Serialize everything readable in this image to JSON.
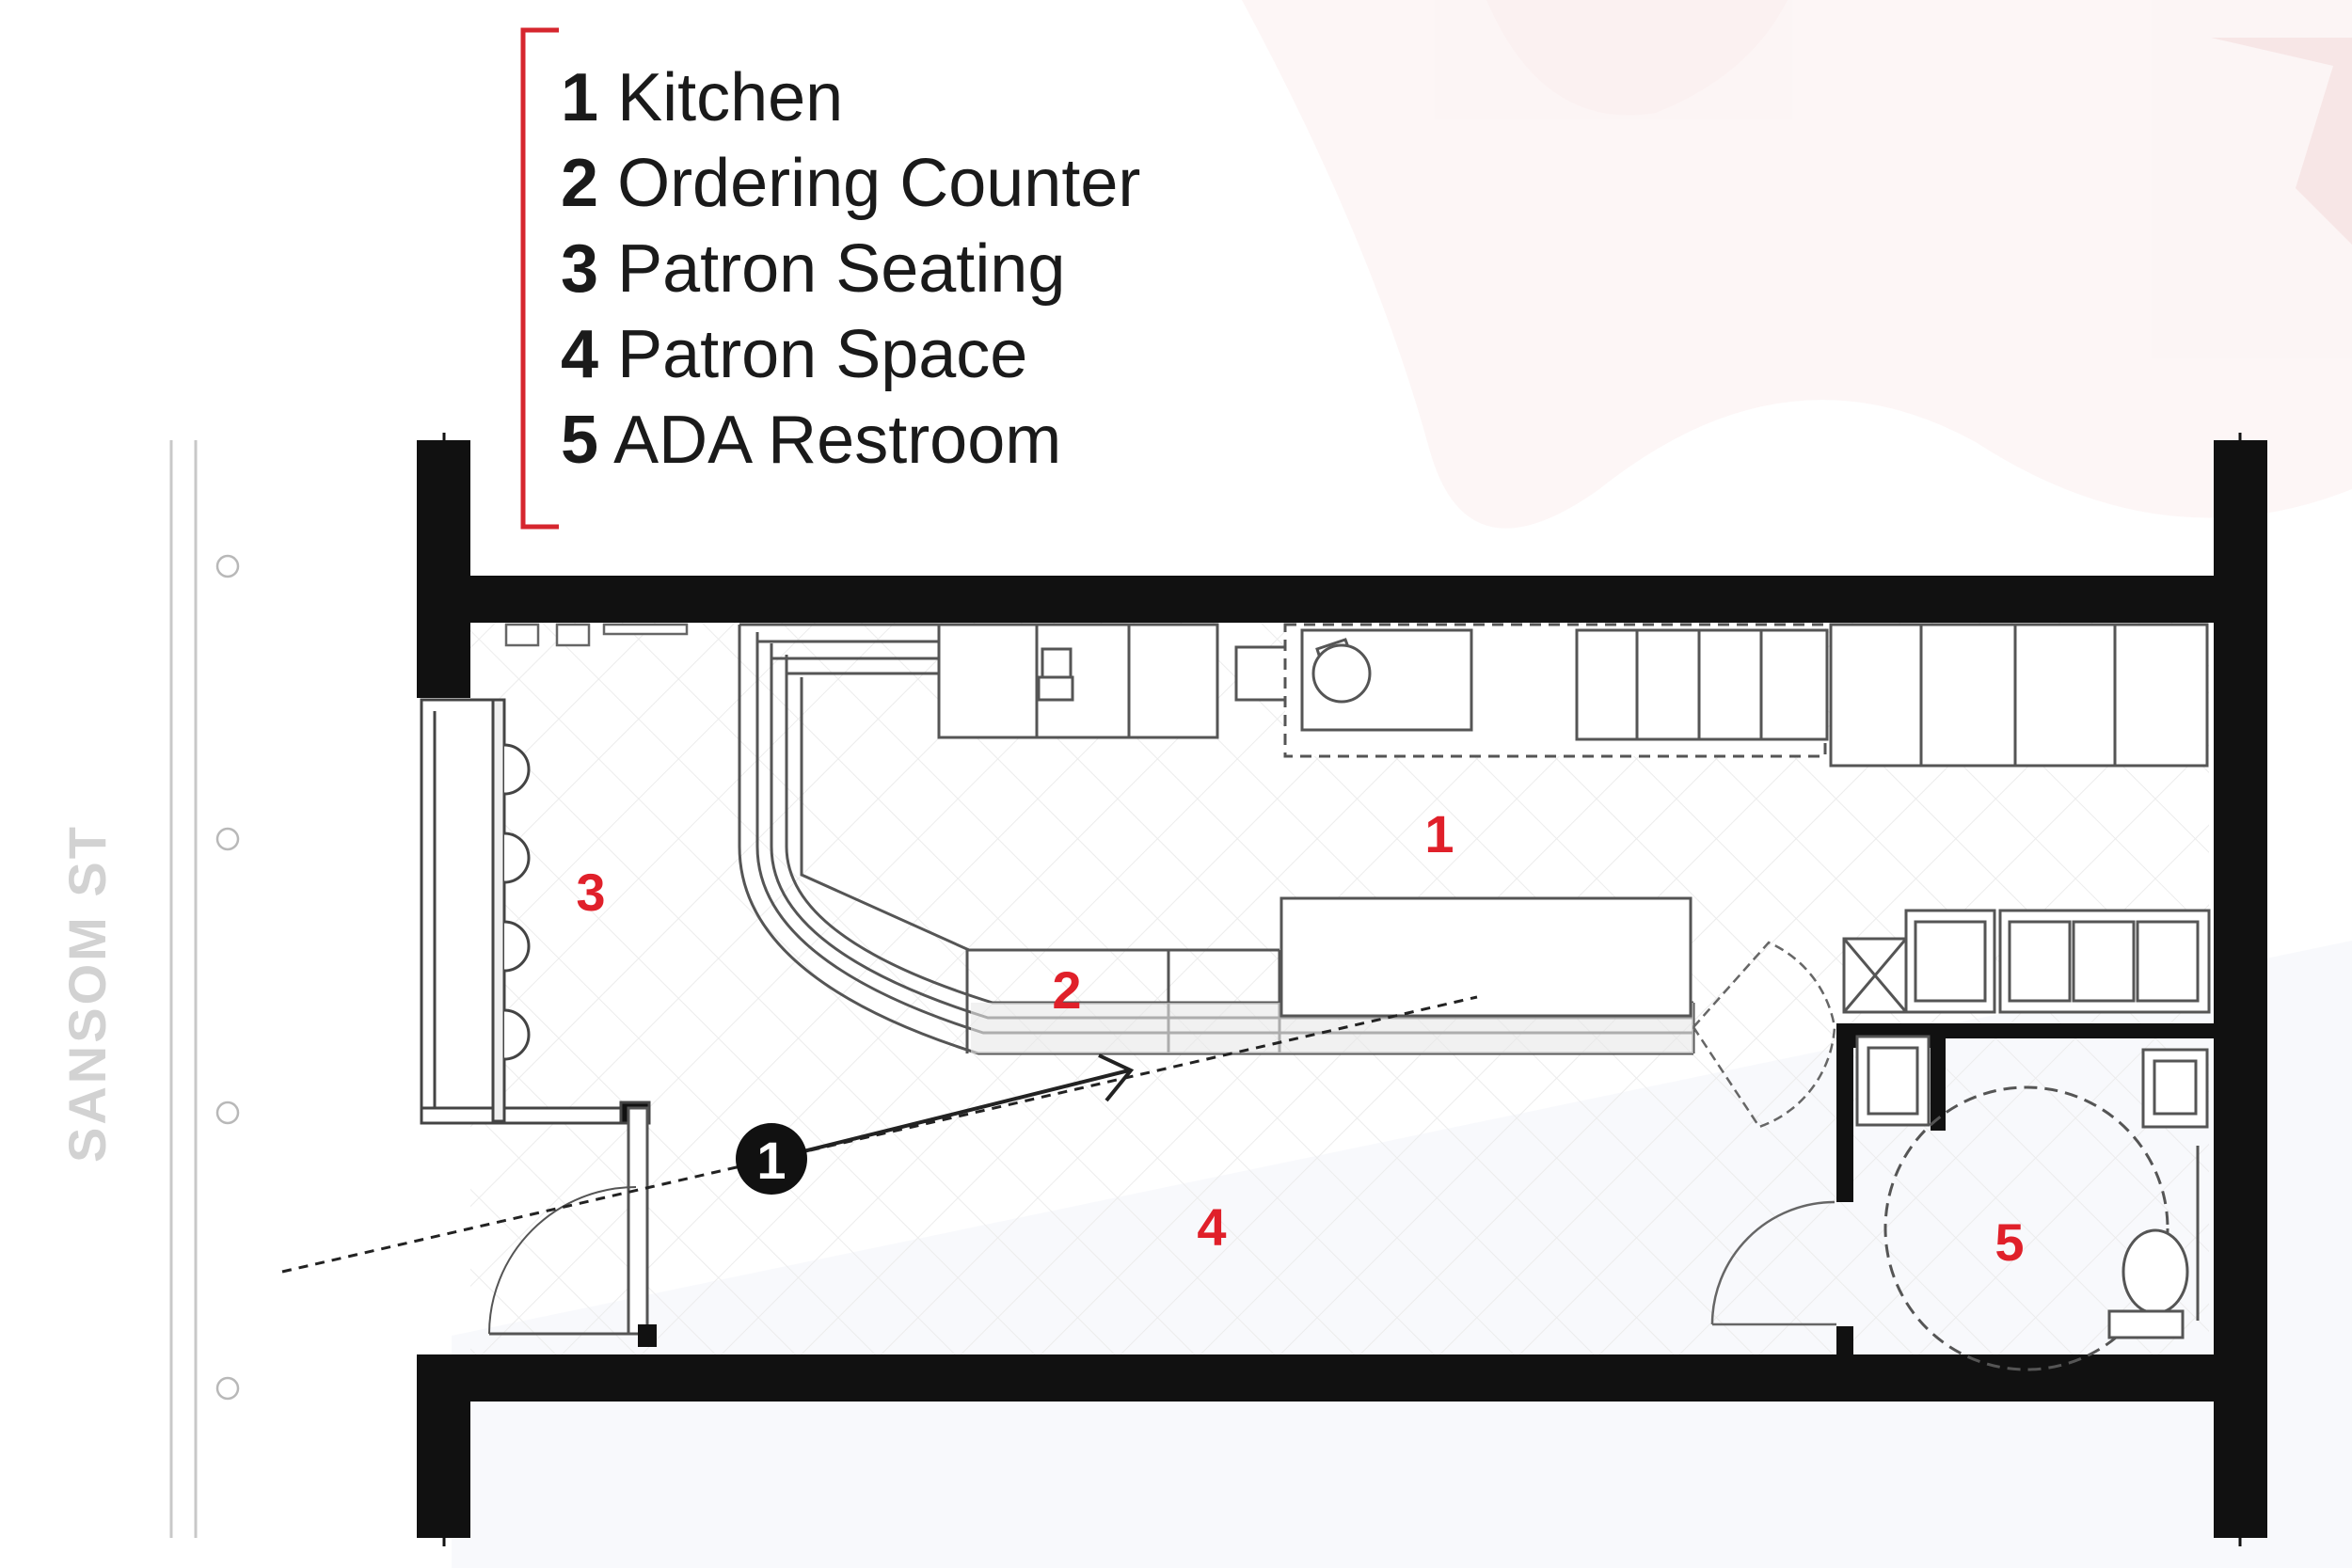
{
  "legend": {
    "items": [
      {
        "num": "1",
        "label": "Kitchen"
      },
      {
        "num": "2",
        "label": "Ordering Counter"
      },
      {
        "num": "3",
        "label": "Patron Seating"
      },
      {
        "num": "4",
        "label": "Patron Space"
      },
      {
        "num": "5",
        "label": "ADA Restroom"
      }
    ]
  },
  "street_label": "SANSOM ST",
  "room_labels": {
    "kitchen": "1",
    "ordering_counter": "2",
    "patron_seating": "3",
    "patron_space": "4",
    "ada_restroom": "5"
  },
  "view_marker": "1",
  "colors": {
    "wall": "#111111",
    "accent_red": "#e0202a",
    "bracket_red": "#d6262e",
    "line": "#555555",
    "street_label": "#d2d2d2",
    "background_graphic": "#f6e6e6"
  }
}
